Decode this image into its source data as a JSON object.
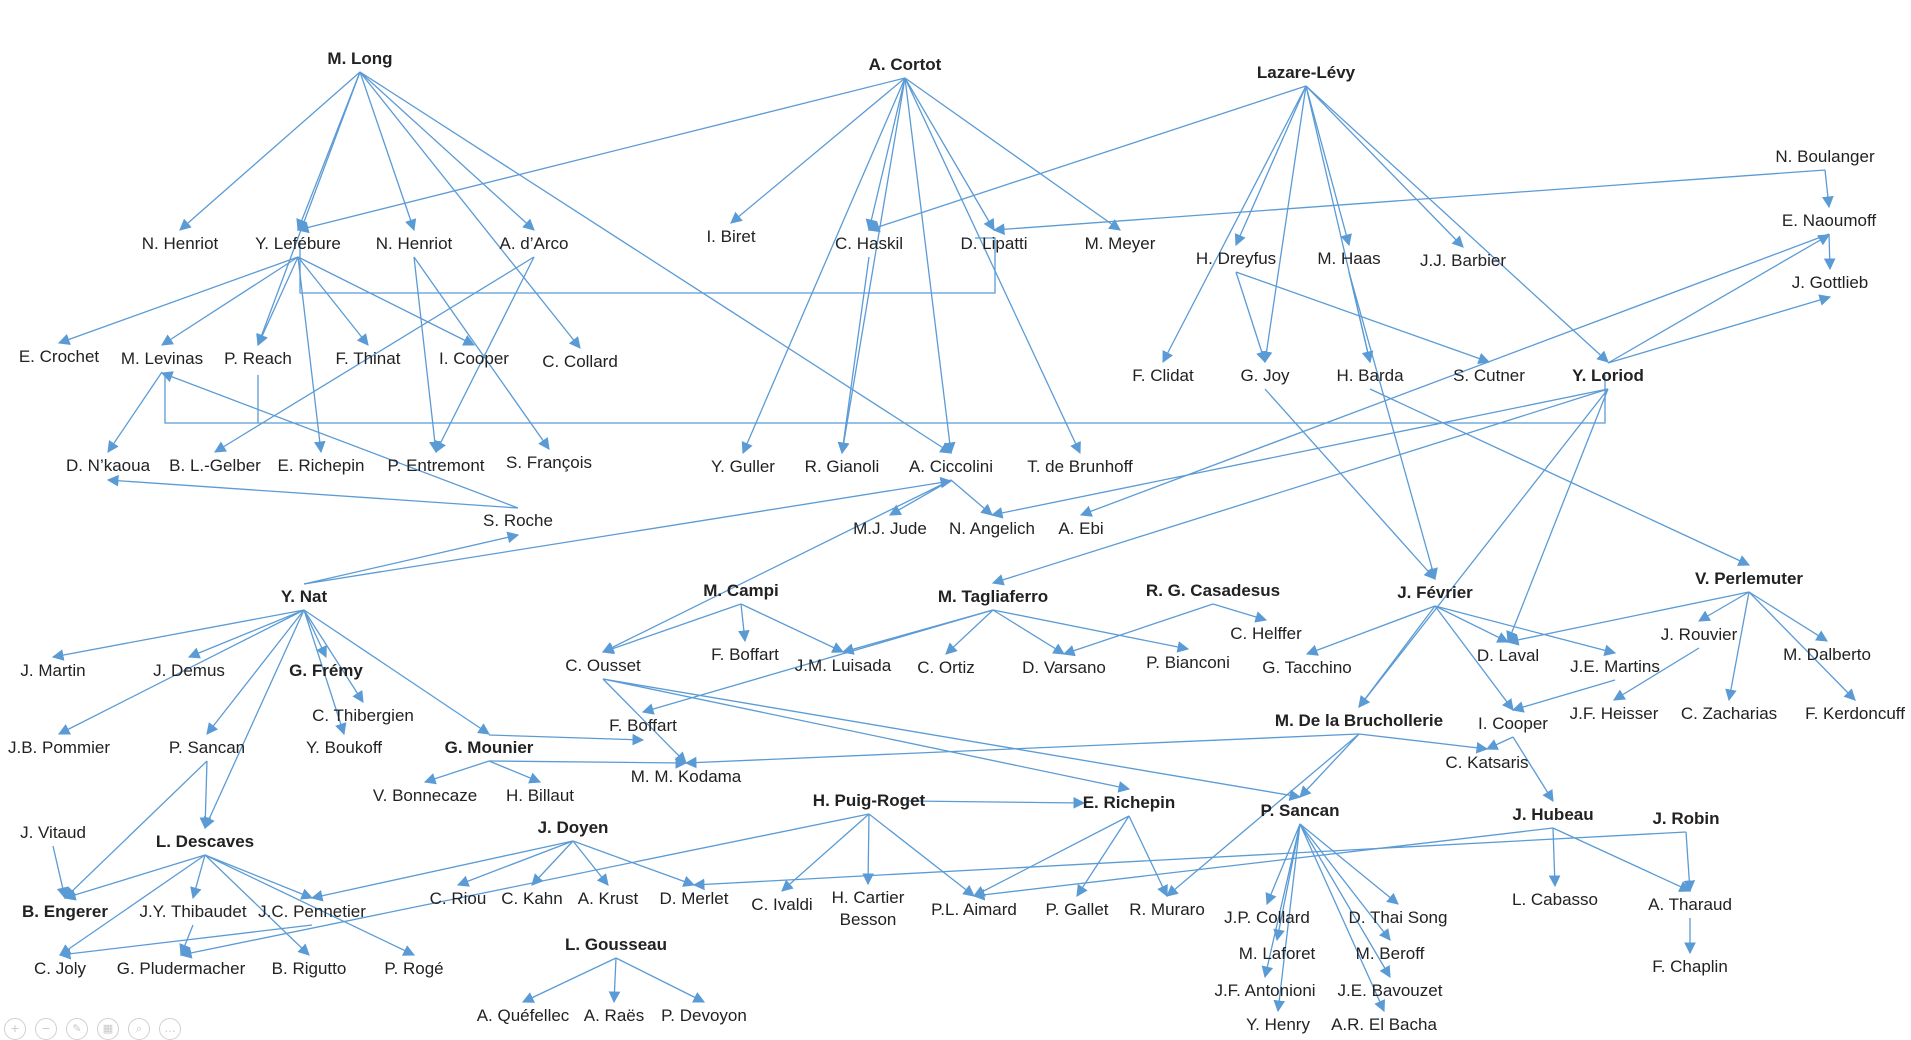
{
  "diagram": {
    "edge_color": "#5b9bd5",
    "nodes": [
      {
        "id": "long",
        "label": "M. Long",
        "bold": true
      },
      {
        "id": "cortot",
        "label": "A. Cortot",
        "bold": true
      },
      {
        "id": "lazare",
        "label": "Lazare-Lévy",
        "bold": true
      },
      {
        "id": "boulanger",
        "label": "N. Boulanger"
      },
      {
        "id": "henriot1",
        "label": "N. Henriot"
      },
      {
        "id": "lefebure",
        "label": "Y. Lefébure"
      },
      {
        "id": "henriot2",
        "label": "N. Henriot"
      },
      {
        "id": "darco",
        "label": "A. d’Arco"
      },
      {
        "id": "biret",
        "label": "I. Biret"
      },
      {
        "id": "haskil",
        "label": "C. Haskil"
      },
      {
        "id": "lipatti",
        "label": "D. Lipatti"
      },
      {
        "id": "meyer",
        "label": "M. Meyer"
      },
      {
        "id": "dreyfus",
        "label": "H. Dreyfus"
      },
      {
        "id": "haas",
        "label": "M. Haas"
      },
      {
        "id": "barbier",
        "label": "J.J. Barbier"
      },
      {
        "id": "naoumoff",
        "label": "E. Naoumoff"
      },
      {
        "id": "gottlieb",
        "label": "J. Gottlieb"
      },
      {
        "id": "crochet",
        "label": "E. Crochet"
      },
      {
        "id": "levinas",
        "label": "M. Levinas"
      },
      {
        "id": "reach",
        "label": "P. Reach"
      },
      {
        "id": "thinat",
        "label": "F. Thinat"
      },
      {
        "id": "cooper1",
        "label": "I. Cooper"
      },
      {
        "id": "collard1",
        "label": "C. Collard"
      },
      {
        "id": "clidat",
        "label": "F. Clidat"
      },
      {
        "id": "joy",
        "label": "G. Joy"
      },
      {
        "id": "barda",
        "label": "H. Barda"
      },
      {
        "id": "cutner",
        "label": "S. Cutner"
      },
      {
        "id": "loriod",
        "label": "Y. Loriod",
        "bold": true
      },
      {
        "id": "nkaoua",
        "label": "D. N’kaoua"
      },
      {
        "id": "gelber",
        "label": "B. L.-Gelber"
      },
      {
        "id": "richepin1",
        "label": "E. Richepin"
      },
      {
        "id": "entremont",
        "label": "P. Entremont"
      },
      {
        "id": "francois",
        "label": "S. François"
      },
      {
        "id": "guller",
        "label": "Y. Guller"
      },
      {
        "id": "gianoli",
        "label": "R. Gianoli"
      },
      {
        "id": "ciccolini",
        "label": "A. Ciccolini"
      },
      {
        "id": "brunhoff",
        "label": "T. de Brunhoff"
      },
      {
        "id": "roche",
        "label": "S. Roche"
      },
      {
        "id": "jude",
        "label": "M.J. Jude"
      },
      {
        "id": "angelich",
        "label": "N. Angelich"
      },
      {
        "id": "ebi",
        "label": "A. Ebi"
      },
      {
        "id": "nat",
        "label": "Y. Nat",
        "bold": true
      },
      {
        "id": "campi",
        "label": "M. Campi",
        "bold": true
      },
      {
        "id": "tagliaferro",
        "label": "M. Tagliaferro",
        "bold": true
      },
      {
        "id": "casadesus",
        "label": "R. G. Casadesus",
        "bold": true
      },
      {
        "id": "fevrier",
        "label": "J. Février",
        "bold": true
      },
      {
        "id": "perlemuter",
        "label": "V. Perlemuter",
        "bold": true
      },
      {
        "id": "martin",
        "label": "J. Martin"
      },
      {
        "id": "demus",
        "label": "J. Demus"
      },
      {
        "id": "fremy",
        "label": "G. Frémy",
        "bold": true
      },
      {
        "id": "ousset",
        "label": "C. Ousset"
      },
      {
        "id": "boffart1",
        "label": "F. Boffart"
      },
      {
        "id": "luisada",
        "label": "J.M. Luisada"
      },
      {
        "id": "ortiz",
        "label": "C. Ortiz"
      },
      {
        "id": "varsano",
        "label": "D. Varsano"
      },
      {
        "id": "bianconi",
        "label": "P. Bianconi"
      },
      {
        "id": "helffer",
        "label": "C. Helffer"
      },
      {
        "id": "tacchino",
        "label": "G. Tacchino"
      },
      {
        "id": "laval",
        "label": "D. Laval"
      },
      {
        "id": "rouvier",
        "label": "J. Rouvier"
      },
      {
        "id": "dalberto",
        "label": "M. Dalberto"
      },
      {
        "id": "jemartins",
        "label": "J.E. Martins"
      },
      {
        "id": "thibergien",
        "label": "C. Thibergien"
      },
      {
        "id": "pommier",
        "label": "J.B. Pommier"
      },
      {
        "id": "sancan1",
        "label": "P. Sancan"
      },
      {
        "id": "boukoff",
        "label": "Y. Boukoff"
      },
      {
        "id": "mounier",
        "label": "G. Mounier",
        "bold": true
      },
      {
        "id": "boffart2",
        "label": "F. Boffart"
      },
      {
        "id": "bruchollerie",
        "label": "M. De la Bruchollerie",
        "bold": true
      },
      {
        "id": "cooper2",
        "label": "I. Cooper"
      },
      {
        "id": "heisser",
        "label": "J.F. Heisser"
      },
      {
        "id": "zacharias",
        "label": "C. Zacharias"
      },
      {
        "id": "kerdoncuff",
        "label": "F. Kerdoncuff"
      },
      {
        "id": "kodama",
        "label": "M. M. Kodama"
      },
      {
        "id": "katsaris",
        "label": "C. Katsaris"
      },
      {
        "id": "bonnecaze",
        "label": "V. Bonnecaze"
      },
      {
        "id": "billaut",
        "label": "H. Billaut"
      },
      {
        "id": "puigroget",
        "label": "H. Puig-Roget",
        "bold": true
      },
      {
        "id": "richepin2",
        "label": "E. Richepin",
        "bold": true
      },
      {
        "id": "sancan2",
        "label": "P. Sancan",
        "bold": true
      },
      {
        "id": "hubeau",
        "label": "J. Hubeau",
        "bold": true
      },
      {
        "id": "robin",
        "label": "J. Robin",
        "bold": true
      },
      {
        "id": "vitaud",
        "label": "J. Vitaud"
      },
      {
        "id": "descaves",
        "label": "L. Descaves",
        "bold": true
      },
      {
        "id": "doyen",
        "label": "J. Doyen",
        "bold": true
      },
      {
        "id": "engerer",
        "label": "B. Engerer",
        "bold": true
      },
      {
        "id": "thibaudet",
        "label": "J.Y. Thibaudet"
      },
      {
        "id": "pennetier",
        "label": "J.C. Pennetier"
      },
      {
        "id": "riou",
        "label": "C. Riou"
      },
      {
        "id": "kahn",
        "label": "C. Kahn"
      },
      {
        "id": "krust",
        "label": "A. Krust"
      },
      {
        "id": "merlet",
        "label": "D. Merlet"
      },
      {
        "id": "ivaldi",
        "label": "C. Ivaldi"
      },
      {
        "id": "cartier",
        "label": "H. Cartier",
        "label2": "Besson"
      },
      {
        "id": "aimard",
        "label": "P.L. Aimard"
      },
      {
        "id": "gallet",
        "label": "P. Gallet"
      },
      {
        "id": "muraro",
        "label": "R. Muraro"
      },
      {
        "id": "collard2",
        "label": "J.P. Collard"
      },
      {
        "id": "thaisong",
        "label": "D. Thai Song"
      },
      {
        "id": "cabasso",
        "label": "L. Cabasso"
      },
      {
        "id": "tharaud",
        "label": "A. Tharaud"
      },
      {
        "id": "joly",
        "label": "C. Joly"
      },
      {
        "id": "pludermacher",
        "label": "G. Pludermacher"
      },
      {
        "id": "rigutto",
        "label": "B. Rigutto"
      },
      {
        "id": "roge",
        "label": "P. Rogé"
      },
      {
        "id": "gousseau",
        "label": "L. Gousseau",
        "bold": true
      },
      {
        "id": "laforet",
        "label": "M. Laforet"
      },
      {
        "id": "beroff",
        "label": "M. Beroff"
      },
      {
        "id": "chaplin",
        "label": "F. Chaplin"
      },
      {
        "id": "antonioni",
        "label": "J.F. Antonioni"
      },
      {
        "id": "bavouzet",
        "label": "J.E. Bavouzet"
      },
      {
        "id": "quefellec",
        "label": "A. Quéfellec"
      },
      {
        "id": "raes",
        "label": "A. Raës"
      },
      {
        "id": "devoyon",
        "label": "P. Devoyon"
      },
      {
        "id": "henry",
        "label": "Y. Henry"
      },
      {
        "id": "elbacha",
        "label": "A.R. El Bacha"
      }
    ],
    "edges": [
      [
        "long",
        "henriot1"
      ],
      [
        "long",
        "lefebure"
      ],
      [
        "long",
        "henriot2"
      ],
      [
        "long",
        "darco"
      ],
      [
        "long",
        "collard1"
      ],
      [
        "long",
        "reach"
      ],
      [
        "long",
        "ciccolini"
      ],
      [
        "cortot",
        "lefebure"
      ],
      [
        "cortot",
        "biret"
      ],
      [
        "cortot",
        "haskil"
      ],
      [
        "cortot",
        "lipatti"
      ],
      [
        "cortot",
        "meyer"
      ],
      [
        "cortot",
        "ciccolini"
      ],
      [
        "cortot",
        "brunhoff"
      ],
      [
        "cortot",
        "guller"
      ],
      [
        "cortot",
        "gianoli"
      ],
      [
        "lazare",
        "dreyfus"
      ],
      [
        "lazare",
        "haas"
      ],
      [
        "lazare",
        "barbier"
      ],
      [
        "lazare",
        "haskil"
      ],
      [
        "lazare",
        "loriod"
      ],
      [
        "lazare",
        "clidat"
      ],
      [
        "lazare",
        "joy"
      ],
      [
        "lazare",
        "barda"
      ],
      [
        "boulanger",
        "naoumoff"
      ],
      [
        "boulanger",
        "lipatti"
      ],
      [
        "naoumoff",
        "gottlieb"
      ],
      [
        "naoumoff",
        "ebi"
      ],
      [
        "lefebure",
        "crochet"
      ],
      [
        "lefebure",
        "levinas"
      ],
      [
        "lefebure",
        "reach"
      ],
      [
        "lefebure",
        "thinat"
      ],
      [
        "lefebure",
        "cooper1"
      ],
      [
        "lefebure",
        "richepin1"
      ],
      [
        "henriot2",
        "entremont"
      ],
      [
        "henriot2",
        "francois"
      ],
      [
        "darco",
        "entremont"
      ],
      [
        "darco",
        "gelber"
      ],
      [
        "levinas",
        "nkaoua"
      ],
      [
        "dreyfus",
        "joy"
      ],
      [
        "dreyfus",
        "cutner"
      ],
      [
        "haas",
        "barda"
      ],
      [
        "haas",
        "fevrier"
      ],
      [
        "joy",
        "fevrier"
      ],
      [
        "loriod",
        "laval"
      ],
      [
        "loriod",
        "bruchollerie"
      ],
      [
        "loriod",
        "naoumoff"
      ],
      [
        "loriod",
        "gottlieb"
      ],
      [
        "loriod",
        "angelich"
      ],
      [
        "loriod",
        "tagliaferro"
      ],
      [
        "barda",
        "perlemuter"
      ],
      [
        "haskil",
        "gianoli"
      ],
      [
        "ciccolini",
        "jude"
      ],
      [
        "ciccolini",
        "angelich"
      ],
      [
        "ciccolini",
        "ousset"
      ],
      [
        "roche",
        "nkaoua"
      ],
      [
        "roche",
        "levinas"
      ],
      [
        "nat",
        "martin"
      ],
      [
        "nat",
        "demus"
      ],
      [
        "nat",
        "fremy"
      ],
      [
        "nat",
        "sancan1"
      ],
      [
        "nat",
        "descaves"
      ],
      [
        "nat",
        "mounier"
      ],
      [
        "nat",
        "thibergien"
      ],
      [
        "nat",
        "pommier"
      ],
      [
        "nat",
        "roche"
      ],
      [
        "nat",
        "ciccolini"
      ],
      [
        "nat",
        "boukoff"
      ],
      [
        "campi",
        "luisada"
      ],
      [
        "campi",
        "boffart1"
      ],
      [
        "campi",
        "ousset"
      ],
      [
        "tagliaferro",
        "luisada"
      ],
      [
        "tagliaferro",
        "ortiz"
      ],
      [
        "tagliaferro",
        "varsano"
      ],
      [
        "tagliaferro",
        "bianconi"
      ],
      [
        "tagliaferro",
        "boffart2"
      ],
      [
        "casadesus",
        "helffer"
      ],
      [
        "casadesus",
        "varsano"
      ],
      [
        "fevrier",
        "tacchino"
      ],
      [
        "fevrier",
        "laval"
      ],
      [
        "fevrier",
        "bruchollerie"
      ],
      [
        "fevrier",
        "cooper2"
      ],
      [
        "fevrier",
        "jemartins"
      ],
      [
        "perlemuter",
        "rouvier"
      ],
      [
        "perlemuter",
        "dalberto"
      ],
      [
        "perlemuter",
        "zacharias"
      ],
      [
        "perlemuter",
        "laval"
      ],
      [
        "perlemuter",
        "kerdoncuff"
      ],
      [
        "rouvier",
        "heisser"
      ],
      [
        "jemartins",
        "cooper2"
      ],
      [
        "bruchollerie",
        "katsaris"
      ],
      [
        "bruchollerie",
        "sancan2"
      ],
      [
        "bruchollerie",
        "kodama"
      ],
      [
        "bruchollerie",
        "muraro"
      ],
      [
        "cooper2",
        "katsaris"
      ],
      [
        "cooper2",
        "hubeau"
      ],
      [
        "mounier",
        "bonnecaze"
      ],
      [
        "mounier",
        "billaut"
      ],
      [
        "mounier",
        "kodama"
      ],
      [
        "mounier",
        "boffart2"
      ],
      [
        "ousset",
        "sancan2"
      ],
      [
        "ousset",
        "kodama"
      ],
      [
        "ousset",
        "richepin2"
      ],
      [
        "sancan1",
        "descaves"
      ],
      [
        "sancan1",
        "engerer"
      ],
      [
        "descaves",
        "engerer"
      ],
      [
        "descaves",
        "thibaudet"
      ],
      [
        "descaves",
        "pennetier"
      ],
      [
        "descaves",
        "rigutto"
      ],
      [
        "descaves",
        "roge"
      ],
      [
        "descaves",
        "joly"
      ],
      [
        "doyen",
        "riou"
      ],
      [
        "doyen",
        "kahn"
      ],
      [
        "doyen",
        "krust"
      ],
      [
        "doyen",
        "merlet"
      ],
      [
        "doyen",
        "pennetier"
      ],
      [
        "puigroget",
        "ivaldi"
      ],
      [
        "puigroget",
        "cartier"
      ],
      [
        "puigroget",
        "aimard"
      ],
      [
        "puigroget",
        "richepin2"
      ],
      [
        "puigroget",
        "pludermacher"
      ],
      [
        "richepin2",
        "gallet"
      ],
      [
        "richepin2",
        "muraro"
      ],
      [
        "richepin2",
        "aimard"
      ],
      [
        "sancan2",
        "collard2"
      ],
      [
        "sancan2",
        "thaisong"
      ],
      [
        "sancan2",
        "laforet"
      ],
      [
        "sancan2",
        "beroff"
      ],
      [
        "sancan2",
        "antonioni"
      ],
      [
        "sancan2",
        "bavouzet"
      ],
      [
        "sancan2",
        "henry"
      ],
      [
        "sancan2",
        "elbacha"
      ],
      [
        "hubeau",
        "cabasso"
      ],
      [
        "hubeau",
        "tharaud"
      ],
      [
        "hubeau",
        "aimard"
      ],
      [
        "robin",
        "tharaud"
      ],
      [
        "robin",
        "merlet"
      ],
      [
        "tharaud",
        "chaplin"
      ],
      [
        "gousseau",
        "quefellec"
      ],
      [
        "gousseau",
        "raes"
      ],
      [
        "gousseau",
        "devoyon"
      ],
      [
        "pennetier",
        "joly"
      ],
      [
        "thibaudet",
        "pludermacher"
      ],
      [
        "vitaud",
        "engerer"
      ]
    ]
  },
  "toolbar": {
    "icons": [
      {
        "name": "zoom-in-icon",
        "glyph": "+"
      },
      {
        "name": "zoom-out-icon",
        "glyph": "−"
      },
      {
        "name": "pen-icon",
        "glyph": "✎"
      },
      {
        "name": "grid-icon",
        "glyph": "▦"
      },
      {
        "name": "search-icon",
        "glyph": "⌕"
      },
      {
        "name": "more-icon",
        "glyph": "…"
      }
    ]
  }
}
